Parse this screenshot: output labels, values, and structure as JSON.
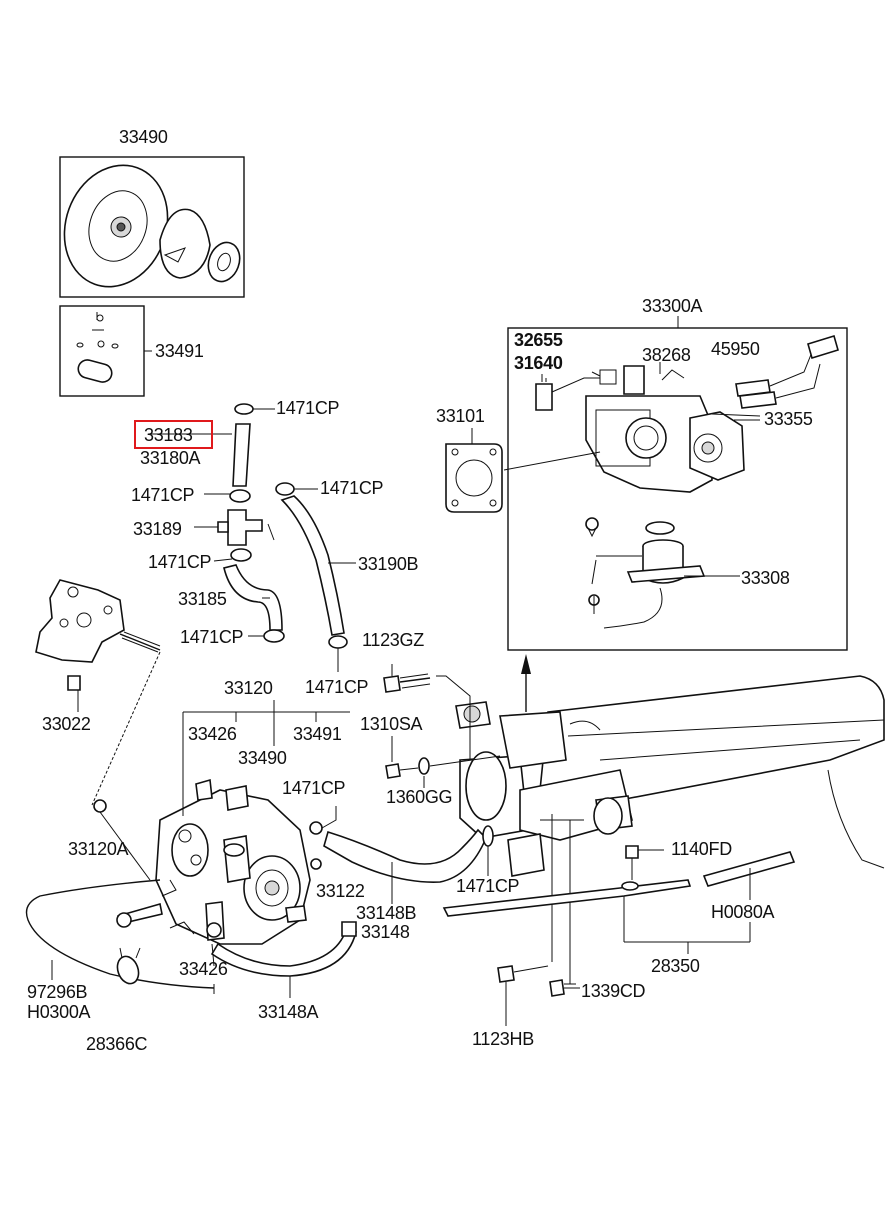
{
  "highlight_color": "#e0191c",
  "labels": {
    "p33490_top": "33490",
    "p33491_top": "33491",
    "p33183": "33183",
    "p33180A": "33180A",
    "p1471CP_a": "1471CP",
    "p1471CP_b": "1471CP",
    "p1471CP_c": "1471CP",
    "p1471CP_d": "1471CP",
    "p1471CP_e": "1471CP",
    "p1471CP_f": "1471CP",
    "p1471CP_g": "1471CP",
    "p1471CP_h": "1471CP",
    "p33189": "33189",
    "p33185": "33185",
    "p33190B": "33190B",
    "p33022": "33022",
    "p33120": "33120",
    "p33426_a": "33426",
    "p33490_b": "33490",
    "p33491_b": "33491",
    "p33120A": "33120A",
    "p33122": "33122",
    "p33148B": "33148B",
    "p33148": "33148",
    "p33148A": "33148A",
    "p33426_b": "33426",
    "p97296B": "97296B",
    "pH0300A": "H0300A",
    "p28366C": "28366C",
    "p1123GZ": "1123GZ",
    "p1310SA": "1310SA",
    "p1360GG": "1360GG",
    "p33300A": "33300A",
    "p32655": "32655",
    "p31640": "31640",
    "p38268": "38268",
    "p45950": "45950",
    "p33355": "33355",
    "p33101": "33101",
    "p33308": "33308",
    "p1140FD": "1140FD",
    "pH0080A": "H0080A",
    "p28350": "28350",
    "p1339CD": "1339CD",
    "p1123HB": "1123HB"
  }
}
